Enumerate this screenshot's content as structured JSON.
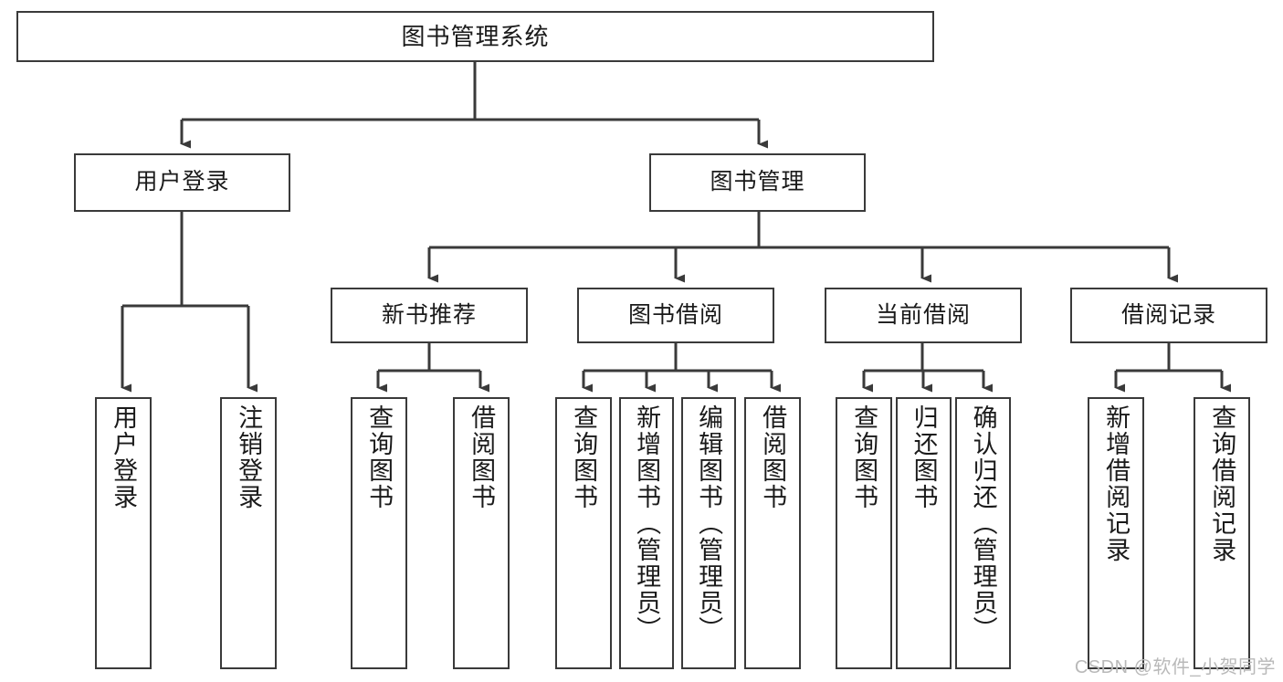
{
  "diagram": {
    "title": "图书管理系统",
    "type": "tree",
    "orientation": "top-down",
    "colors": {
      "box_border": "#3a3a3a",
      "box_fill": "#ffffff",
      "connector": "#3a3a3a",
      "text": "#1a1a1a",
      "watermark": "#b9b9b9",
      "background": "#ffffff"
    },
    "root": {
      "label": "图书管理系统"
    },
    "level2": [
      {
        "id": "user-login",
        "label": "用户登录"
      },
      {
        "id": "book-manage",
        "label": "图书管理"
      }
    ],
    "level3": [
      {
        "id": "new-book-recommend",
        "label": "新书推荐",
        "parent": "book-manage"
      },
      {
        "id": "book-borrow",
        "label": "图书借阅",
        "parent": "book-manage"
      },
      {
        "id": "current-borrow",
        "label": "当前借阅",
        "parent": "book-manage"
      },
      {
        "id": "borrow-record",
        "label": "借阅记录",
        "parent": "book-manage"
      }
    ],
    "leaves": [
      {
        "id": "leaf-user-login",
        "label": "用户登录",
        "parent": "user-login"
      },
      {
        "id": "leaf-logout-login",
        "label": "注销登录",
        "parent": "user-login"
      },
      {
        "id": "leaf-query-book-1",
        "label": "查询图书",
        "parent": "new-book-recommend"
      },
      {
        "id": "leaf-borrow-book-1",
        "label": "借阅图书",
        "parent": "new-book-recommend"
      },
      {
        "id": "leaf-query-book-2",
        "label": "查询图书",
        "parent": "book-borrow"
      },
      {
        "id": "leaf-add-book",
        "label": "新增图书（管理员）",
        "parent": "book-borrow"
      },
      {
        "id": "leaf-edit-book",
        "label": "编辑图书（管理员）",
        "parent": "book-borrow"
      },
      {
        "id": "leaf-borrow-book-2",
        "label": "借阅图书",
        "parent": "book-borrow"
      },
      {
        "id": "leaf-query-book-3",
        "label": "查询图书",
        "parent": "current-borrow"
      },
      {
        "id": "leaf-return-book",
        "label": "归还图书",
        "parent": "current-borrow"
      },
      {
        "id": "leaf-confirm-return",
        "label": "确认归还（管理员）",
        "parent": "current-borrow"
      },
      {
        "id": "leaf-add-record",
        "label": "新增借阅记录",
        "parent": "borrow-record"
      },
      {
        "id": "leaf-query-record",
        "label": "查询借阅记录",
        "parent": "borrow-record"
      }
    ]
  },
  "watermark": {
    "text": "CSDN @软件_小贺同学"
  }
}
